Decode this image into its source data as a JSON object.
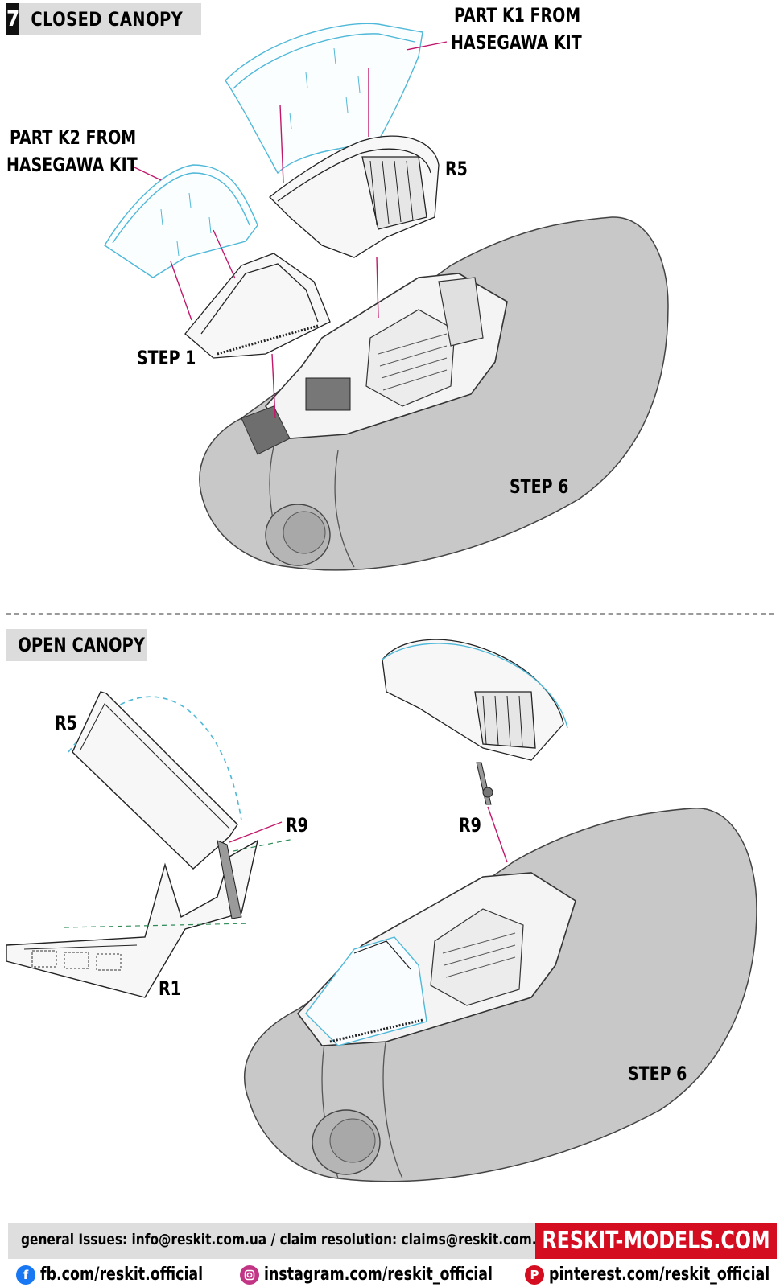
{
  "step": {
    "number": "7",
    "title": "CLOSED CANOPY"
  },
  "labels_top": {
    "part_k1_line1": "PART K1 FROM",
    "part_k1_line2": "HASEGAWA KIT",
    "part_k2_line1": "PART K2 FROM",
    "part_k2_line2": "HASEGAWA KIT",
    "r5": "R5",
    "step1": "STEP 1",
    "step6": "STEP 6"
  },
  "section_open": {
    "title": "OPEN CANOPY"
  },
  "labels_bottom": {
    "r5": "R5",
    "r9_left": "R9",
    "r9_right": "R9",
    "r1": "R1",
    "step6": "STEP 6"
  },
  "footer": {
    "contact": "general Issues: info@reskit.com.ua / claim resolution: claims@reskit.com.ua",
    "brand": "RESKIT-MODELS.COM",
    "facebook": "fb.com/reskit.official",
    "instagram": "instagram.com/reskit_official",
    "pinterest": "pinterest.com/reskit_official"
  },
  "colors": {
    "clear_part": "#4fb8d8",
    "leader": "#c2186b",
    "fuselage": "#c8c8c8",
    "brand_red": "#d40d20",
    "facebook": "#1877f2",
    "instagram": "#c13584",
    "pinterest": "#d40d20"
  },
  "icons": [
    "facebook-icon",
    "instagram-icon",
    "pinterest-icon"
  ]
}
